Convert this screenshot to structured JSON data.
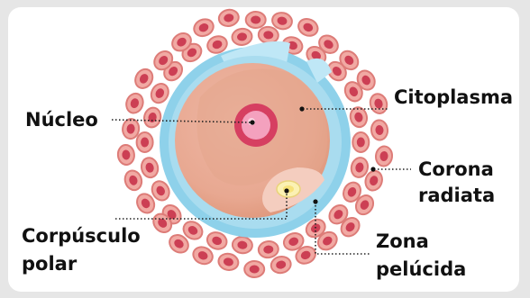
{
  "labels": {
    "nucleo": "Núcleo",
    "citoplasma": "Citoplasma",
    "corona": "Corona radiata",
    "corona_line1": "Corona",
    "corona_line2": "radiata",
    "corpusculo_line1": "Corpúsculo",
    "corpusculo_line2": "polar",
    "zona_line1": "Zona",
    "zona_line2": "pelúcida"
  },
  "colors": {
    "background": "#e6e6e6",
    "card": "#ffffff",
    "cell_fill": "#f1a9a3",
    "cell_border": "#dd7c78",
    "cell_nucleus": "#cc3f54",
    "zona_outer": "#8ed1ea",
    "zona_inner": "#bfe7f6",
    "cytoplasm": "#e7a388",
    "cytoplasm_inner": "#eab09c",
    "nucleus_outer": "#d63f61",
    "nucleus_inner": "#f4a1be",
    "polar_body": "#fbf1b3",
    "leader_line": "#222222"
  }
}
